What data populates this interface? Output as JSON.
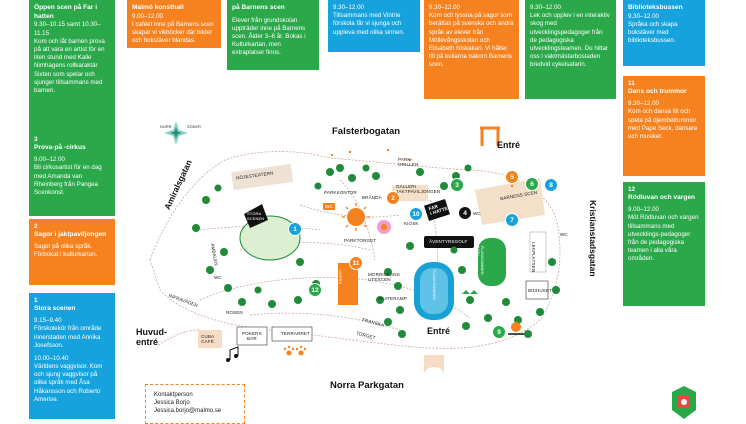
{
  "cards": {
    "c_open": {
      "title": "Öppen scen på Far i hatten",
      "time": "9.30–10.15 samt 10.30–11.15",
      "text": "Kom och låt barnen prova på att vara en artist för en liten stund med Kalle Nimhagens rollkaraktär Sixten som spelar och sjunger tillsammans med barnen."
    },
    "c_malmo": {
      "title": "Malmö konsthall",
      "time": "9.00–12.00",
      "text": "I caféet inne på Barnens scen skapar vi vikböcker där bilder och bokstäver blandas."
    },
    "c_scen": {
      "title": "på Barnens scen",
      "text": "Elever från grundskolan uppträder inne på Barnens scen. Ålder 3–6 år. Bokas i Kulturkartan, men extraplatser finns."
    },
    "c_mid1": {
      "time": "9.30–12.00",
      "text": "Tillsammans med Vintrie förskola får vi sjunga och uppleva med olika sinnen."
    },
    "c_mid2": {
      "time": "9.30–12.00",
      "text": "Kom och lyssna på sagor som berättas på svenska och andra språk av elever från Möllevångsskolan och Elisabeth Niskakari. Vi håller till på kullarna bakom Barnens scen."
    },
    "c_mid3": {
      "time": "9.30–12.00",
      "text": "Lek och upplev i en interaktiv skog med utvecklingspedagoger från de pedagogiska utvecklingsteamen. Du hittar oss i vaktmästarbostaden bredvid cykelsafarin."
    },
    "c_bib": {
      "title": "Biblioteksbussen",
      "time": "9.30–12.00",
      "text": "Språka och skapa bokstäver med biblioteksbussen."
    },
    "c3": {
      "num": "3",
      "title": "Prova-på -cirkus",
      "time": "9.00–12.00",
      "text": "Bli cirkusartist för en dag med Amanda van Rheinberg från Pangea Scenkonst."
    },
    "c2": {
      "num": "2",
      "title": "Sagor i jaktpaviljongen",
      "text": "Sagor på olika språk. Förbokat i kulturkartan."
    },
    "c1": {
      "num": "1",
      "title": "Stora scenen",
      "time": "9.15–9.40",
      "text": "Förskolekör från område innerstaden med Annika Josefsson.",
      "time2": "10.00–10.40",
      "text2": "Världens vaggvisor. Kom och sjung vaggvisor på olika språk med Åsa Håkansson och Roberto Amerise."
    },
    "c11": {
      "num": "11",
      "title": "Dans och trummor",
      "time": "9.30–12.00",
      "text": "Kom och dansa till och spela på djembetrummor med Pape Seck, dansare och musiker."
    },
    "c12": {
      "num": "12",
      "title": "Rödluvan och vargen",
      "time": "9.00–12.00",
      "text": "Möt Rödluvan och vargen tillsammans med utvecklings-pedagoger från de pedagogiska teamen i alla våra områden."
    }
  },
  "contact": {
    "heading": "Kontaktperson",
    "name": "Jessica Borjo",
    "email": "Jessica.borjo@malmo.se"
  },
  "streets": {
    "north": "Falsterbogatan",
    "south": "Norra Parkgatan",
    "west": "Amiralsgatan",
    "east": "Kristianstadsgatan"
  },
  "entries": {
    "top": "Entré",
    "bottom": "Entré",
    "west": "Huvud-\nentré"
  },
  "compass": {
    "north": "NORR",
    "south": "SÖDER"
  },
  "map_labels": {
    "park_grillen": "PARK-\nGRILLEN",
    "parkkontor": "PARKKONTOR",
    "nojesteatern": "NÖJESTEATERN",
    "stora_scenen": "STORA\nSCENEN",
    "ambalen": "AMBALEN",
    "wc": "WC",
    "branda": "BRÄNDA",
    "galleri": "GALLERI\nJAKTPAVILJONGEN",
    "kiosk": "KIOSK",
    "far_i_hatten": "FAR\nI HATTEN",
    "barnens_scen": "BARNENS SCEN",
    "parktorget": "PARKTORGET",
    "aventyrsgolf": "ÄVENTYRSGOLF",
    "lekplatsen": "LEKPLATSEN",
    "infravagen": "INFRAVÄGEN",
    "morriskans": "MORRISKANS\nUTESCEN",
    "norra_parkgatan_ent": "NORRA\nPARKGATAN",
    "skateramp": "SKATERAMP",
    "plaskdammen_lek": "PLASKDAMMEN\n(LEK)",
    "plaskdammen": "PLASKDAMMEN",
    "franska": "FRANSKA",
    "torget": "TORGET",
    "bidhuset": "BIDHUSET",
    "rosen": "ROSEN",
    "cuba_cafe": "CUBA\nCAFÉ",
    "pokers_bar": "POKERS\nBAR",
    "terrarret": "TERRARRET"
  },
  "badges": [
    "1",
    "2",
    "3",
    "4",
    "5",
    "6",
    "7",
    "8",
    "9",
    "10",
    "11",
    "12"
  ],
  "colors": {
    "green": "#2aa84a",
    "blue": "#16a3dd",
    "orange": "#f5821f"
  }
}
